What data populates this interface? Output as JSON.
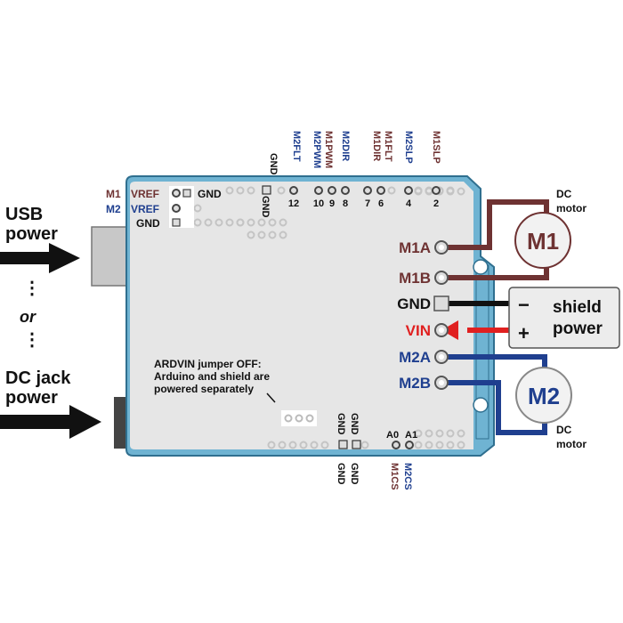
{
  "colors": {
    "m1": "#6e3232",
    "m2": "#1f3f8f",
    "gnd": "#111111",
    "vin": "#e02020",
    "board": "#e6e6e6",
    "board_edge": "#6fb3d2"
  },
  "left": {
    "usb_line1": "USB",
    "usb_line2": "power",
    "or_label": "or",
    "dc_line1": "DC jack",
    "dc_line2": "power"
  },
  "top_header": {
    "gnd": "GND",
    "labels": [
      {
        "text": "M2FLT",
        "color": "m2"
      },
      {
        "text": "M2PWM",
        "color": "m2"
      },
      {
        "text": "M1PWM",
        "color": "m1"
      },
      {
        "text": "M2DIR",
        "color": "m2"
      },
      {
        "text": "M1DIR",
        "color": "m1"
      },
      {
        "text": "M1FLT",
        "color": "m1"
      },
      {
        "text": "M2SLP",
        "color": "m2"
      },
      {
        "text": "M1SLP",
        "color": "m1"
      }
    ],
    "pin_numbers": [
      "12",
      "10",
      "9",
      "8",
      "7",
      "6",
      "4",
      "2"
    ],
    "inner_gnd": "GND"
  },
  "vref": {
    "m1_prefix": "M1",
    "m2_prefix": "M2",
    "vref": "VREF",
    "gnd_right": "GND",
    "gnd_left": "GND"
  },
  "terminals": [
    {
      "label": "M1A",
      "color": "m1"
    },
    {
      "label": "M1B",
      "color": "m1"
    },
    {
      "label": "GND",
      "color": "gnd"
    },
    {
      "label": "VIN",
      "color": "vin"
    },
    {
      "label": "M2A",
      "color": "m2"
    },
    {
      "label": "M2B",
      "color": "m2"
    }
  ],
  "motors": {
    "m1": {
      "label": "M1",
      "caption1": "DC",
      "caption2": "motor"
    },
    "m2": {
      "label": "M2",
      "caption1": "DC",
      "caption2": "motor"
    }
  },
  "shield_power": {
    "minus": "−",
    "plus": "+",
    "line1": "shield",
    "line2": "power"
  },
  "jumper_note": {
    "line1": "ARDVIN jumper OFF:",
    "line2": "Arduino and shield are",
    "line3": "powered separately"
  },
  "bottom_header": {
    "gnd_inner_1": "GND",
    "gnd_inner_2": "GND",
    "a0": "A0",
    "a1": "A1",
    "gnd_outer_1": "GND",
    "gnd_outer_2": "GND",
    "m1cs": "M1CS",
    "m2cs": "M2CS"
  }
}
